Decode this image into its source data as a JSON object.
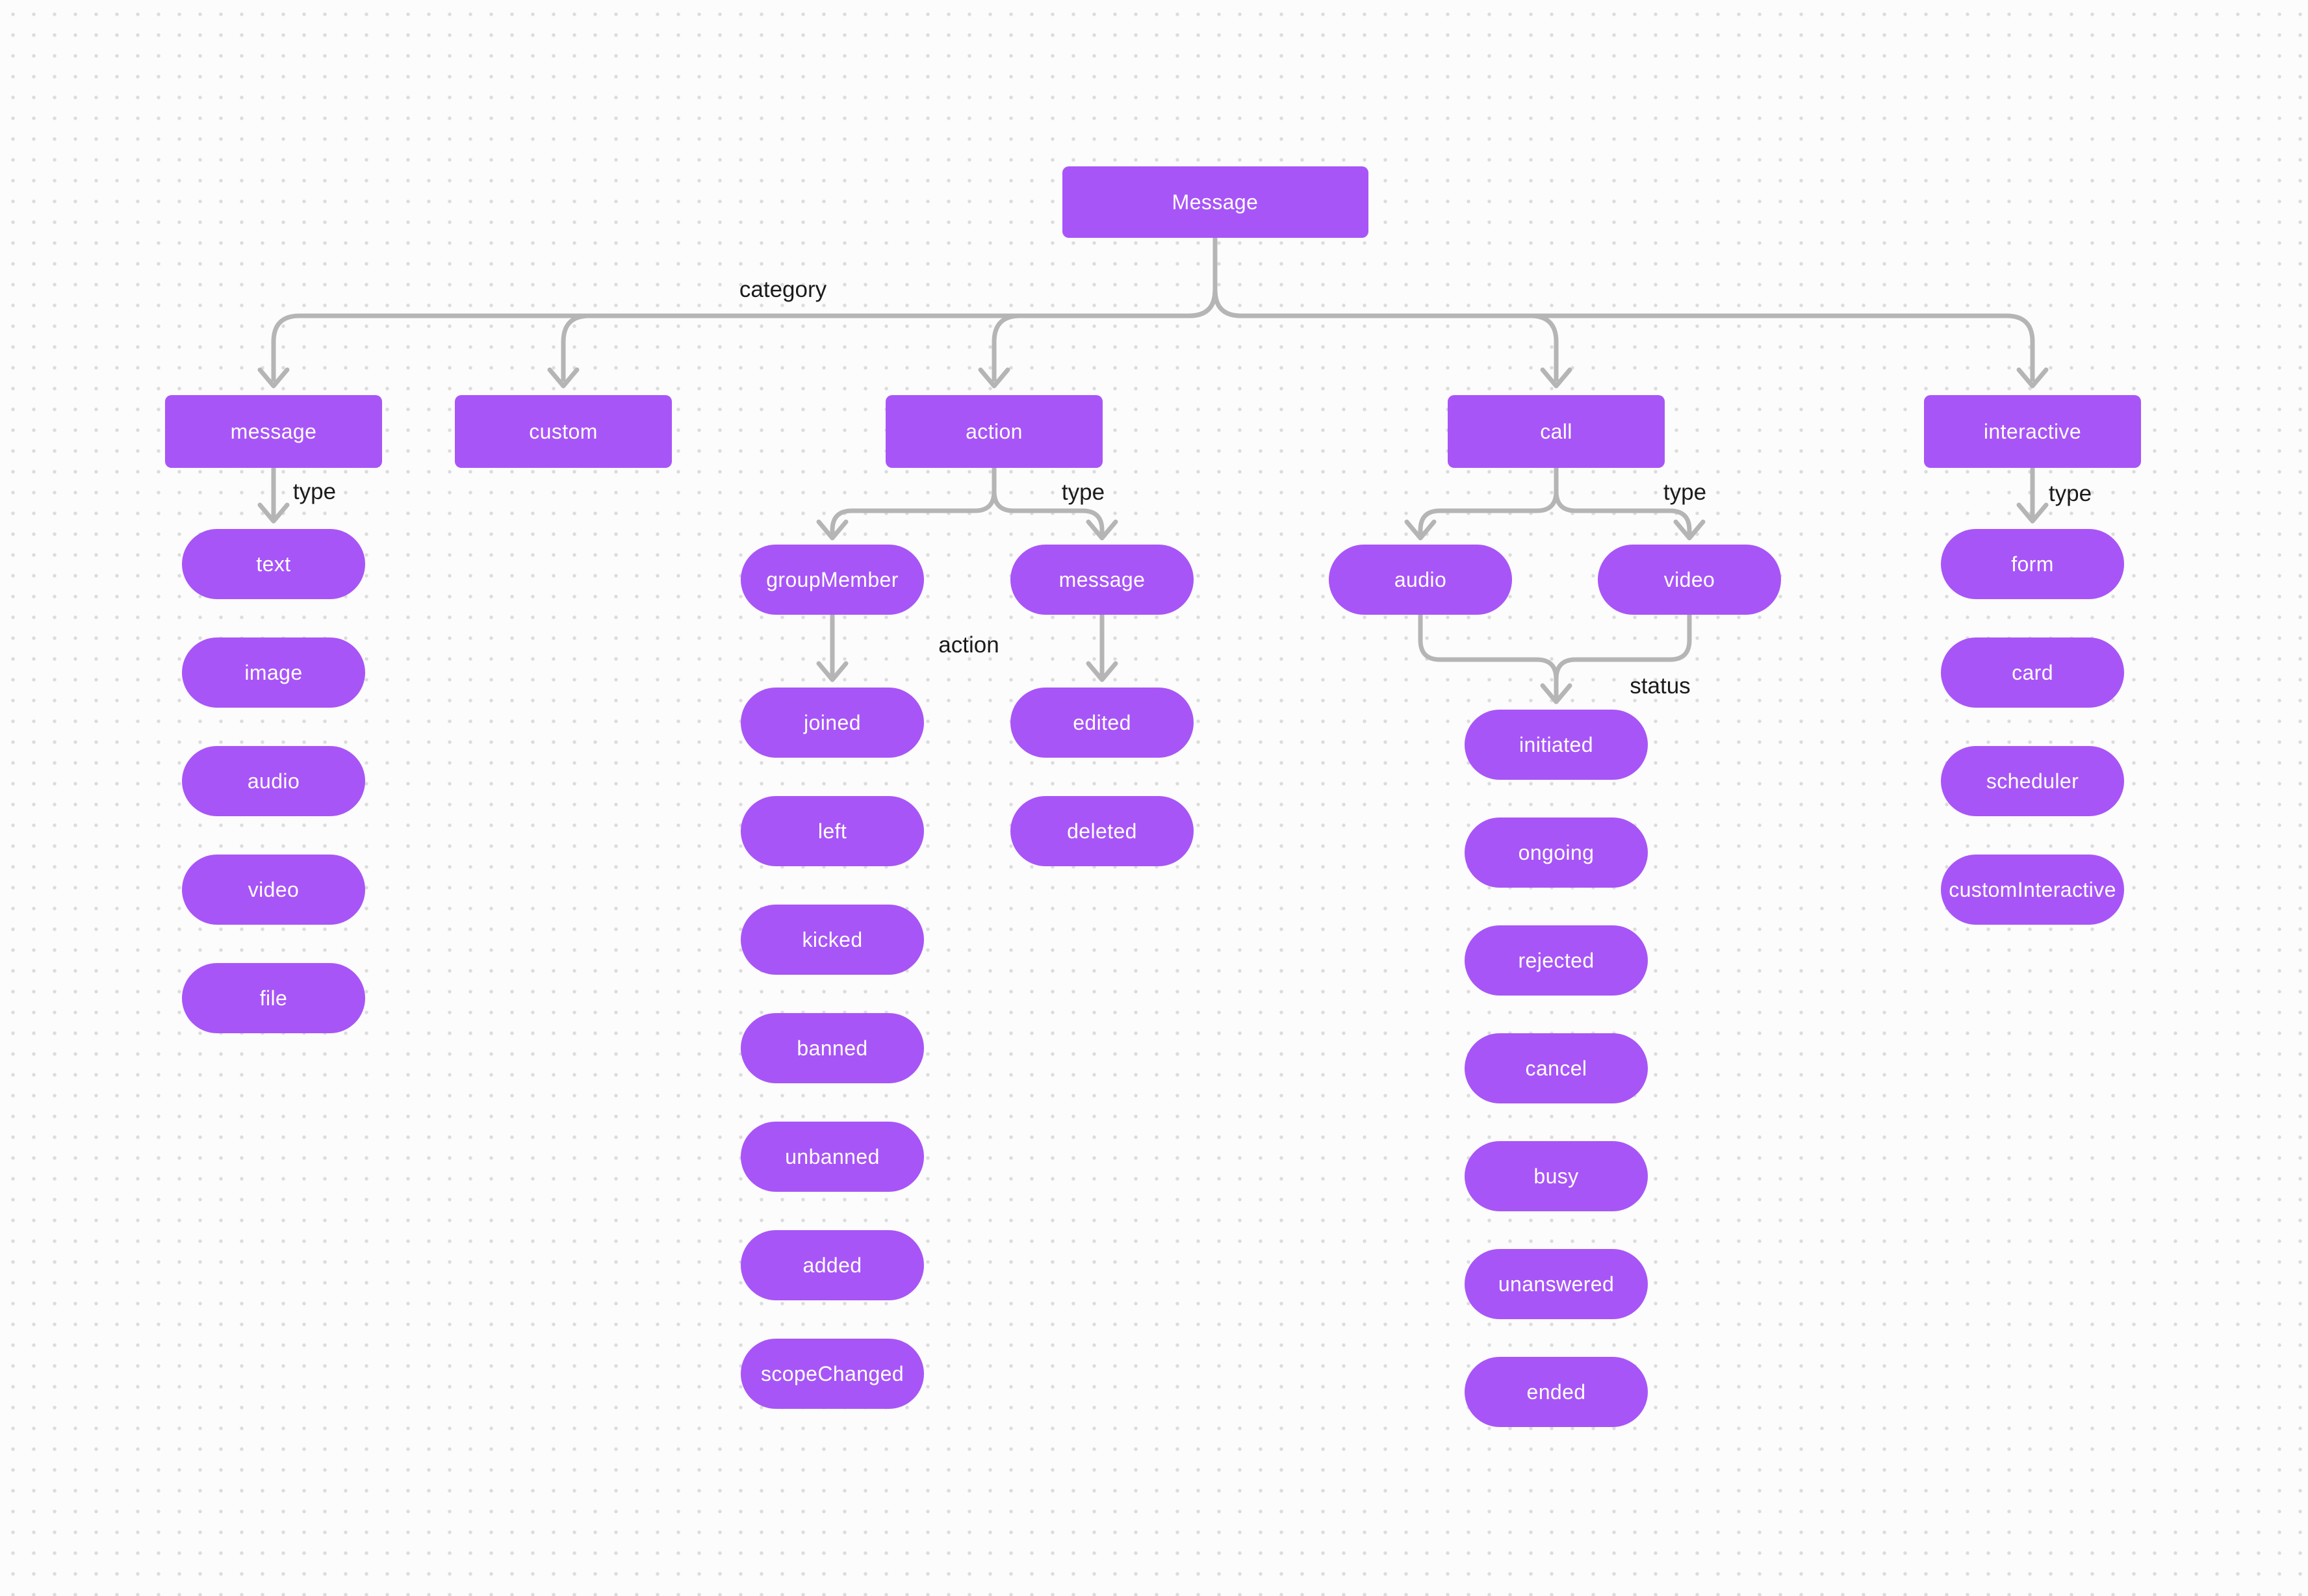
{
  "colors": {
    "background": "#fcfcfc",
    "dot": "#dcdcdc",
    "node_fill": "#a855f7",
    "node_text": "#ffffff",
    "edge": "#b5b5b5",
    "label_text": "#1b1b1d"
  },
  "root": {
    "label": "Message"
  },
  "edge_labels": {
    "category": "category",
    "message_type": "type",
    "action_type": "type",
    "call_type": "type",
    "interactive_type": "type",
    "group_member_action": "action",
    "call_status": "status"
  },
  "categories": [
    "message",
    "custom",
    "action",
    "call",
    "interactive"
  ],
  "message_types": [
    "text",
    "image",
    "audio",
    "video",
    "file"
  ],
  "action_types": [
    "groupMember",
    "message"
  ],
  "group_member_actions": [
    "joined",
    "left",
    "kicked",
    "banned",
    "unbanned",
    "added",
    "scopeChanged"
  ],
  "message_actions": [
    "edited",
    "deleted"
  ],
  "call_types": [
    "audio",
    "video"
  ],
  "call_statuses": [
    "initiated",
    "ongoing",
    "rejected",
    "cancel",
    "busy",
    "unanswered",
    "ended"
  ],
  "interactive_types": [
    "form",
    "card",
    "scheduler",
    "customInteractive"
  ]
}
